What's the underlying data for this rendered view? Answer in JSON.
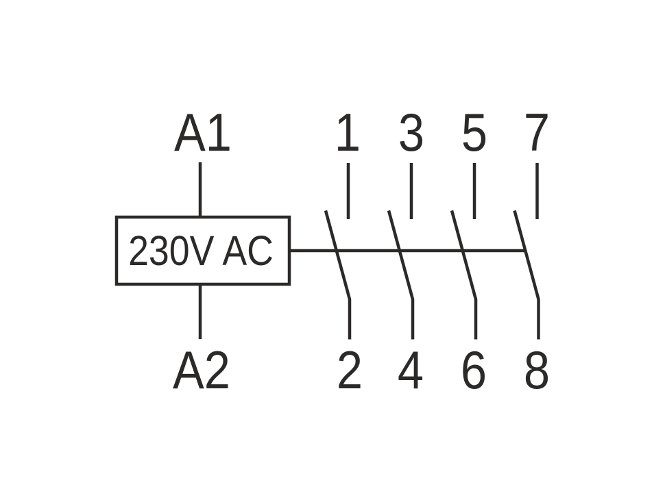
{
  "colors": {
    "line": "#2b2a29",
    "background": "#ffffff"
  },
  "coil": {
    "label": "230V AC",
    "terminals": {
      "top": "A1",
      "bottom": "A2"
    }
  },
  "contacts": [
    {
      "top_terminal": "1",
      "bottom_terminal": "2"
    },
    {
      "top_terminal": "3",
      "bottom_terminal": "4"
    },
    {
      "top_terminal": "5",
      "bottom_terminal": "6"
    },
    {
      "top_terminal": "7",
      "bottom_terminal": "8"
    }
  ]
}
